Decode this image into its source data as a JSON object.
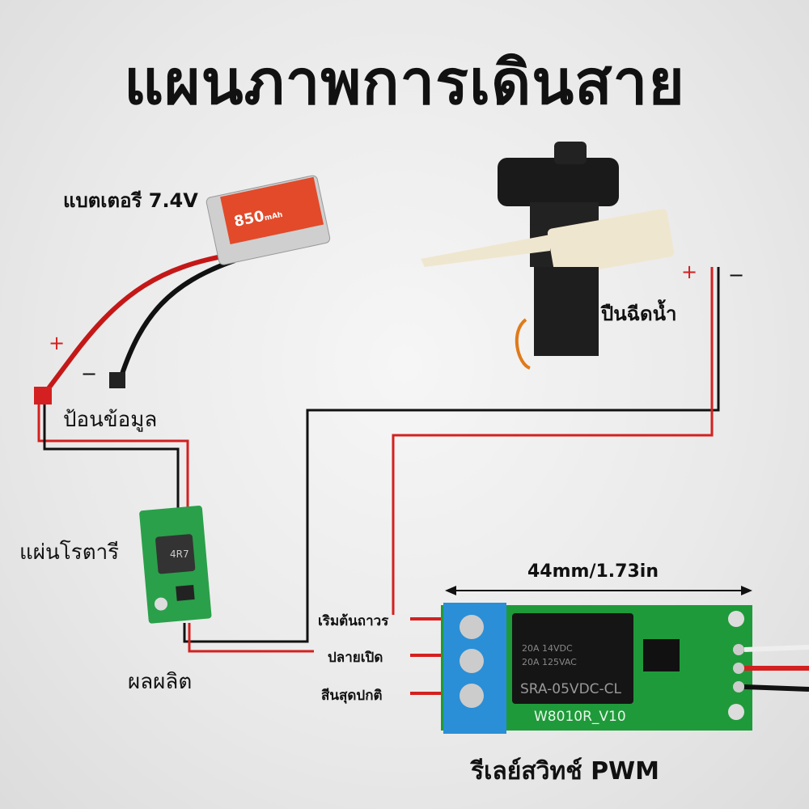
{
  "title": "แผนภาพการเดินสาย",
  "battery": {
    "label": "แบตเตอรี 7.4V",
    "capacity": "850",
    "capacity_unit": "mAh",
    "plus": "+",
    "minus": "−"
  },
  "input_label": "ป้อนข้อมูล",
  "rotary_board": {
    "label": "แผ่นโรตารี",
    "inductor_mark": "4R7"
  },
  "output_label": "ผลผลิต",
  "water_gun": {
    "label": "ปืนฉีดน้ำ",
    "plus": "+",
    "minus": "−"
  },
  "dimension": "44mm/1.73in",
  "terminals": [
    "เริมต้นถาวร",
    "ปลายเปิด",
    "สีนสุดปกติ"
  ],
  "relay": {
    "line1": "20A 14VDC",
    "line2": "20A 125VAC",
    "model": "SRA-05VDC-CL",
    "board": "W8010R_V10",
    "caption": "รีเลย์สวิทช์ PWM"
  },
  "colors": {
    "wire_red": "#d42020",
    "wire_black": "#111111",
    "pcb_green": "#1f9a3a",
    "terminal_blue": "#2a8fd6"
  }
}
